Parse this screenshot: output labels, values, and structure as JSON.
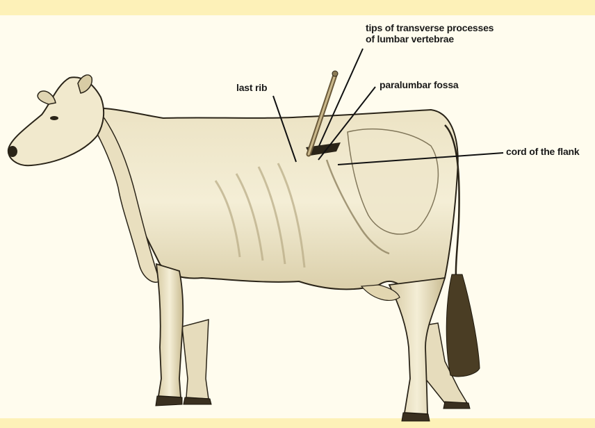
{
  "labels": {
    "tips_line1": "tips of transverse processes",
    "tips_line2": "of lumbar vertebrae",
    "last_rib": "last rib",
    "paralumbar": "paralumbar fossa",
    "cord": "cord of the flank"
  },
  "colors": {
    "frame": "#fdf1b8",
    "panel": "#fffcee",
    "hide": "#f3ecd2",
    "shade": "#b8ab85",
    "ink": "#2a2418"
  }
}
